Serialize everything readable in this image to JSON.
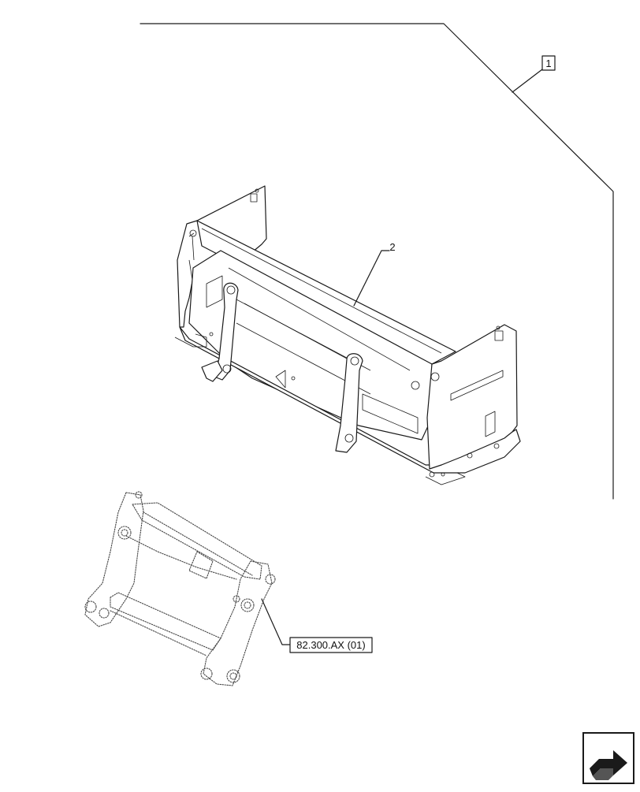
{
  "callouts": {
    "item_1": "1",
    "item_2": "2",
    "reference": "82.300.AX (01)"
  },
  "icons": {
    "navigation": "next-page-arrow-icon"
  }
}
